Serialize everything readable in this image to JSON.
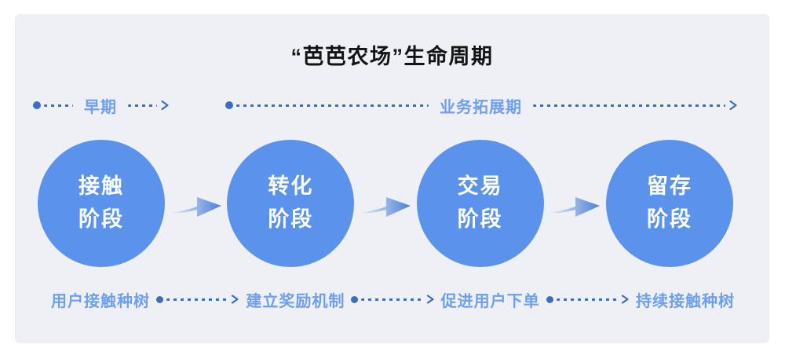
{
  "title": "“芭芭农场”生命周期",
  "timeline": [
    {
      "label": "早期"
    },
    {
      "label": "业务拓展期"
    }
  ],
  "stages": [
    {
      "line1": "接触",
      "line2": "阶段",
      "note": "用户接触种树"
    },
    {
      "line1": "转化",
      "line2": "阶段",
      "note": "建立奖励机制"
    },
    {
      "line1": "交易",
      "line2": "阶段",
      "note": "促进用户下单"
    },
    {
      "line1": "留存",
      "line2": "阶段",
      "note": "持续接触种树"
    }
  ],
  "colors": {
    "panel_bg": "#EEF0F5",
    "circle_fill": "#5B93EC",
    "circle_text": "#FFFFFF",
    "label_blue": "#6D9FF2",
    "connector_blue": "#3D6EC2",
    "title_color": "#141414",
    "arrow_grad_start": "#E9EEF7",
    "arrow_grad_end": "#4C80D8"
  }
}
